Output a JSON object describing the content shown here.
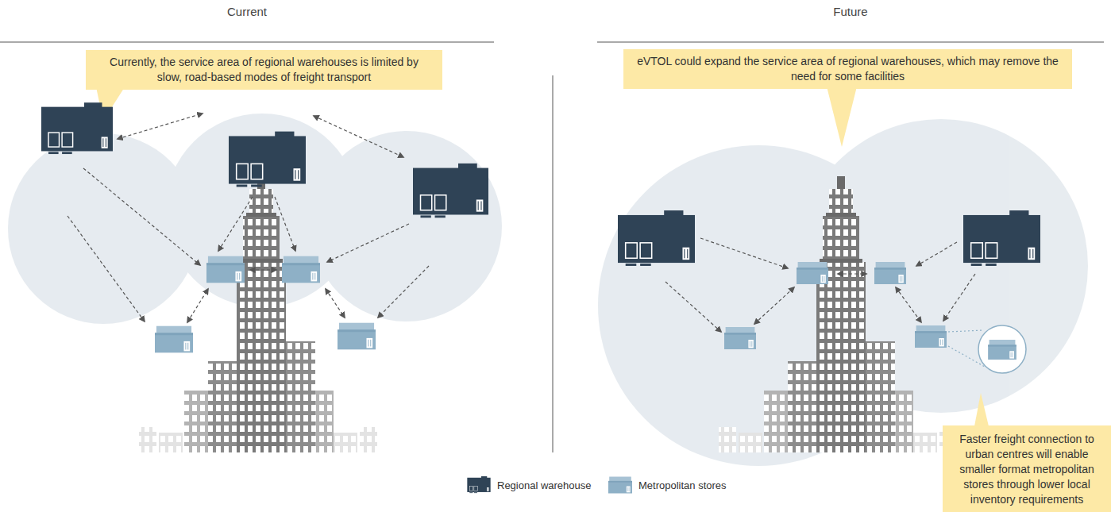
{
  "diagram": {
    "nodes": [
      {
        "text": [
          "Currently, the service area of regional warehouses is limited by slow, road-based modes of freight transport"
        ]
      },
      {
        "text": [
          "eVTOL could expand the service area of regional warehouses, which may remove the need for some facilities"
        ]
      },
      {
        "text": [
          "Faster freight connection to urban centres will enable smaller format metropolitan stores through lower local inventory requirements"
        ]
      }
    ],
    "labels": [
      "Current",
      "Future"
    ],
    "legend": [
      {
        "text": "Regional warehouse"
      },
      {
        "text": "Metropolitan stores"
      }
    ]
  }
}
